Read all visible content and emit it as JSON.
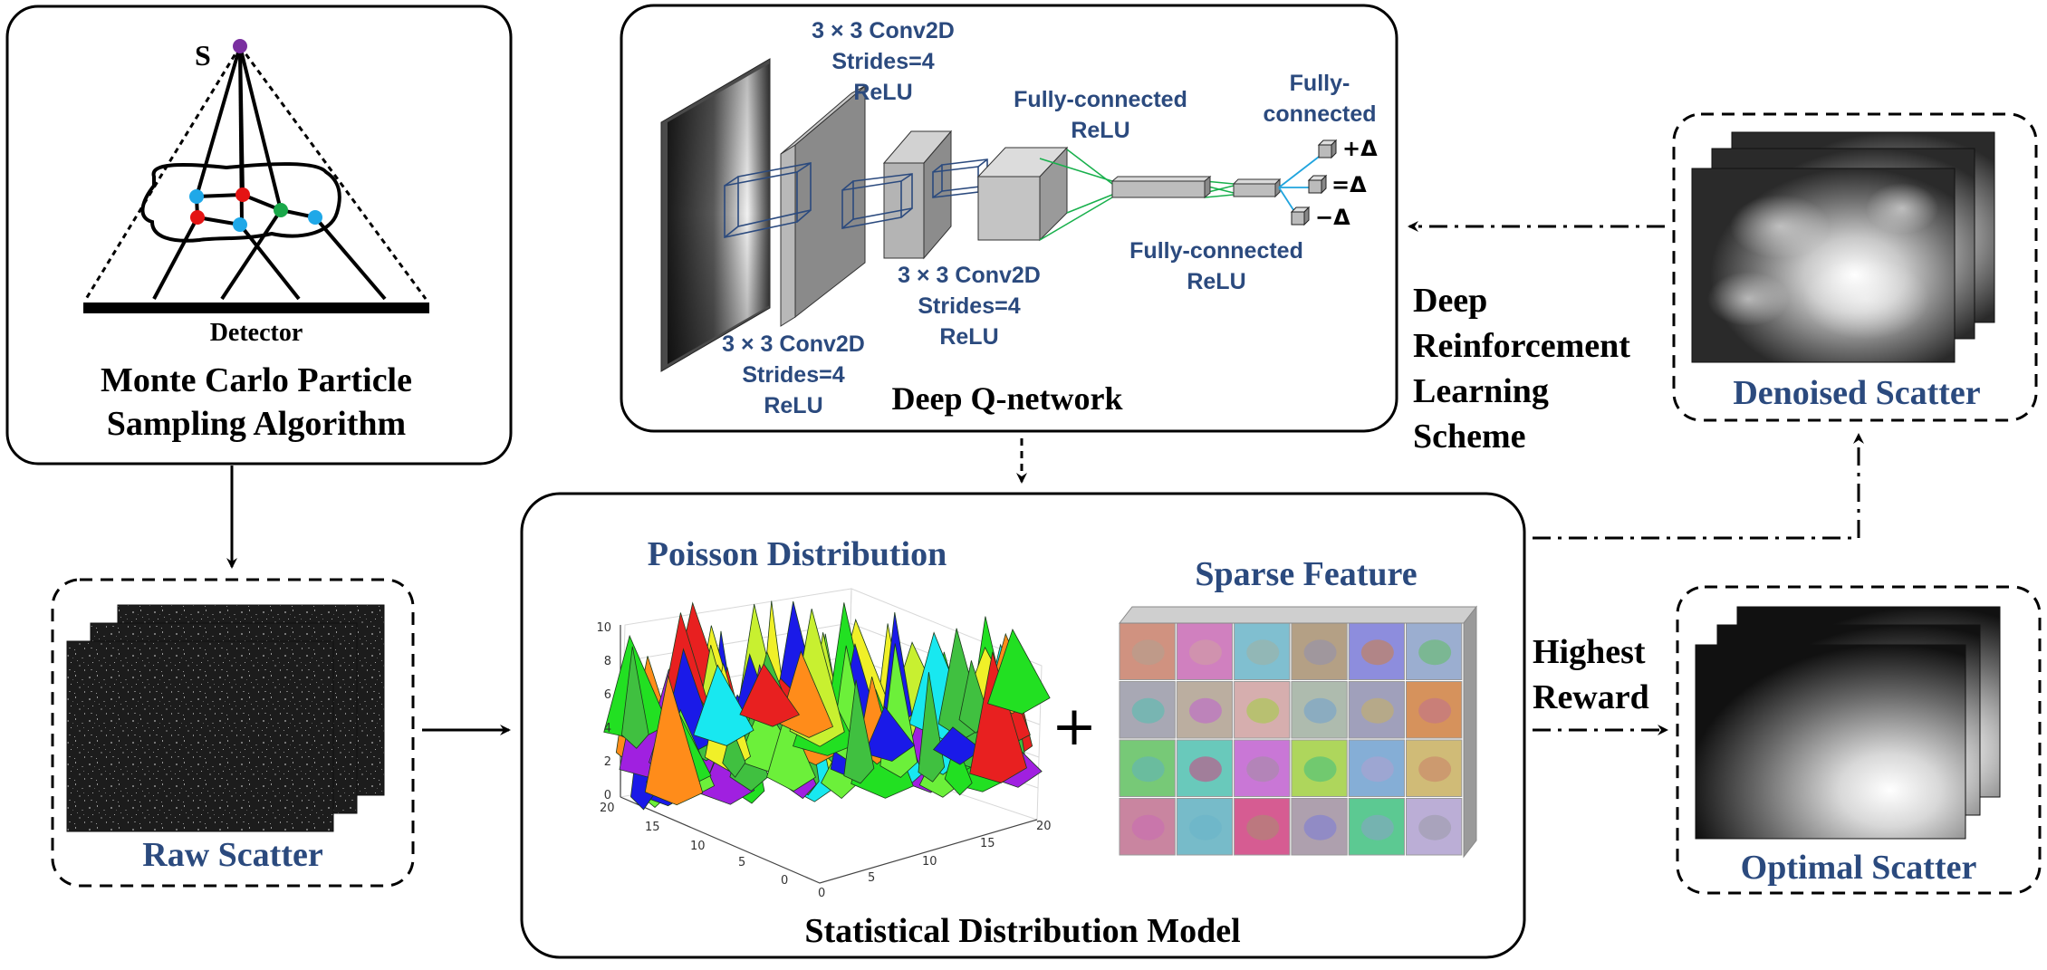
{
  "colors": {
    "blue_text": "#2b4a7e",
    "black": "#000000",
    "dot_blue": "#1fa8e8",
    "dot_red": "#e41414",
    "dot_green": "#1aa84a",
    "dot_purple": "#7a2fa0",
    "green_line": "#18b04c",
    "cyan_line": "#20a4de"
  },
  "mc_box": {
    "source_label": "S",
    "detector_label": "Detector",
    "title_line1": "Monte Carlo Particle",
    "title_line2": "Sampling Algorithm"
  },
  "dqn_box": {
    "title": "Deep Q-network",
    "conv_top": [
      "3 × 3 Conv2D",
      "Strides=4",
      "ReLU"
    ],
    "conv_bottom_left": [
      "3 × 3 Conv2D",
      "Strides=4",
      "ReLU"
    ],
    "conv_bottom_mid": [
      "3 × 3 Conv2D",
      "Strides=4",
      "ReLU"
    ],
    "fc_top": [
      "Fully-connected",
      "ReLU"
    ],
    "fc_bottom": [
      "Fully-connected",
      "ReLU"
    ],
    "fc_right": [
      "Fully-",
      "connected"
    ],
    "actions": [
      "+Δ",
      "=Δ",
      "−Δ"
    ]
  },
  "raw_scatter": {
    "label": "Raw Scatter"
  },
  "sdm_box": {
    "title": "Statistical Distribution Model",
    "poisson_title": "Poisson Distribution",
    "sparse_title": "Sparse Feature",
    "plus": "+",
    "z_ticks": [
      "10",
      "8",
      "6",
      "4",
      "2",
      "0"
    ],
    "left_axis_ticks": [
      "20",
      "15",
      "10",
      "5",
      "0"
    ],
    "right_axis_ticks": [
      "0",
      "5",
      "10",
      "15",
      "20"
    ]
  },
  "drl_label": [
    "Deep",
    "Reinforcement",
    "Learning",
    "Scheme"
  ],
  "highest_reward_label": [
    "Highest",
    "Reward"
  ],
  "denoised_scatter": {
    "label": "Denoised Scatter"
  },
  "optimal_scatter": {
    "label": "Optimal Scatter"
  }
}
